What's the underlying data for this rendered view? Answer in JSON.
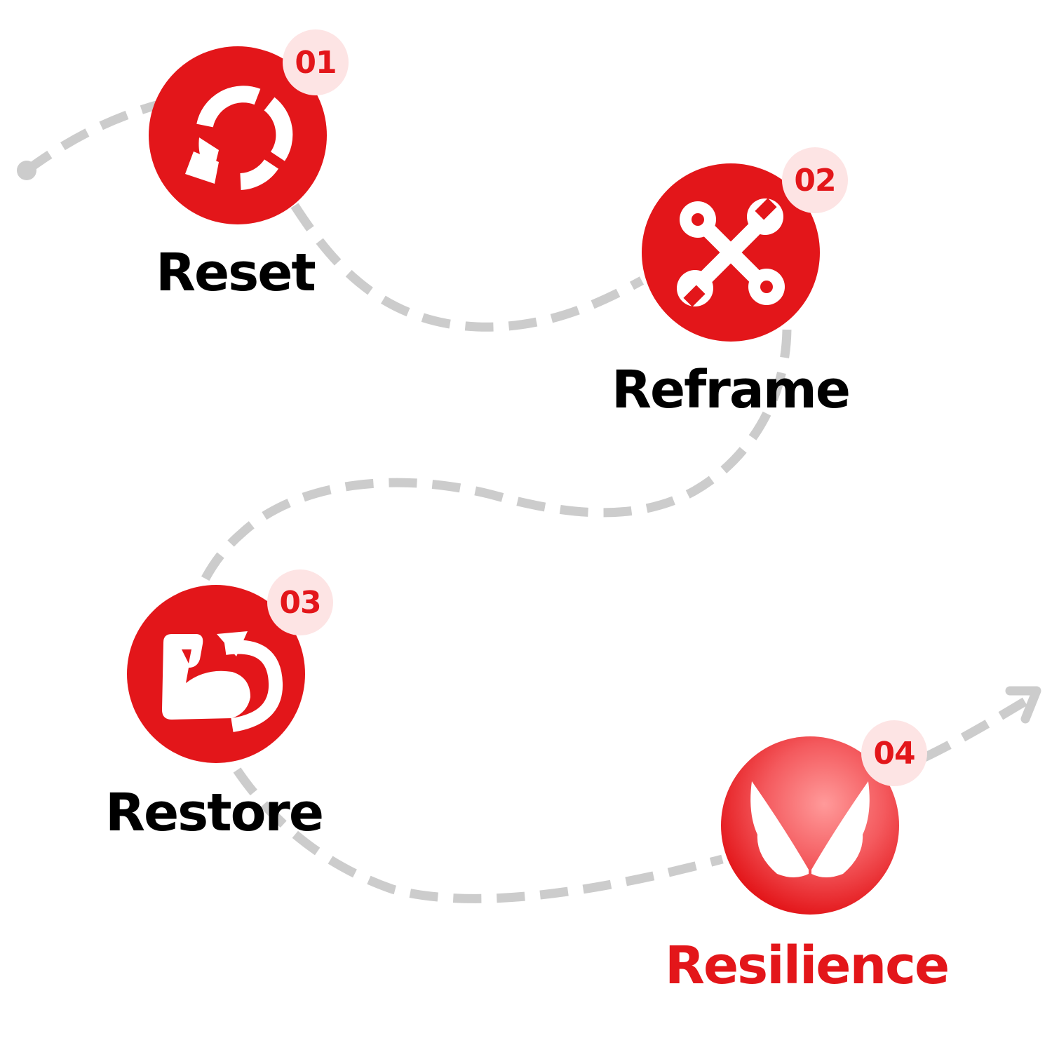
{
  "steps": [
    {
      "number": "01",
      "label": "Reset",
      "icon": "reset-cycle-icon"
    },
    {
      "number": "02",
      "label": "Reframe",
      "icon": "crossed-wrenches-icon"
    },
    {
      "number": "03",
      "label": "Restore",
      "icon": "flexed-arm-icon"
    },
    {
      "number": "04",
      "label": "Resilience",
      "icon": "wings-icon"
    }
  ],
  "colors": {
    "accent": "#e3161a",
    "badge_bg": "#fde4e4",
    "path": "#cccccc",
    "label": "#000000"
  }
}
